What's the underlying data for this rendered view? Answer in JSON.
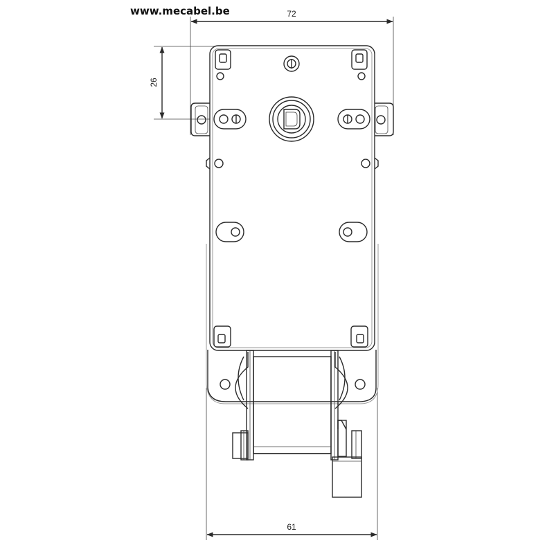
{
  "header": {
    "website": "www.mecabel.be"
  },
  "dimensions": {
    "top_width": "72",
    "height_to_shaft": "26",
    "bottom_width": "61"
  }
}
